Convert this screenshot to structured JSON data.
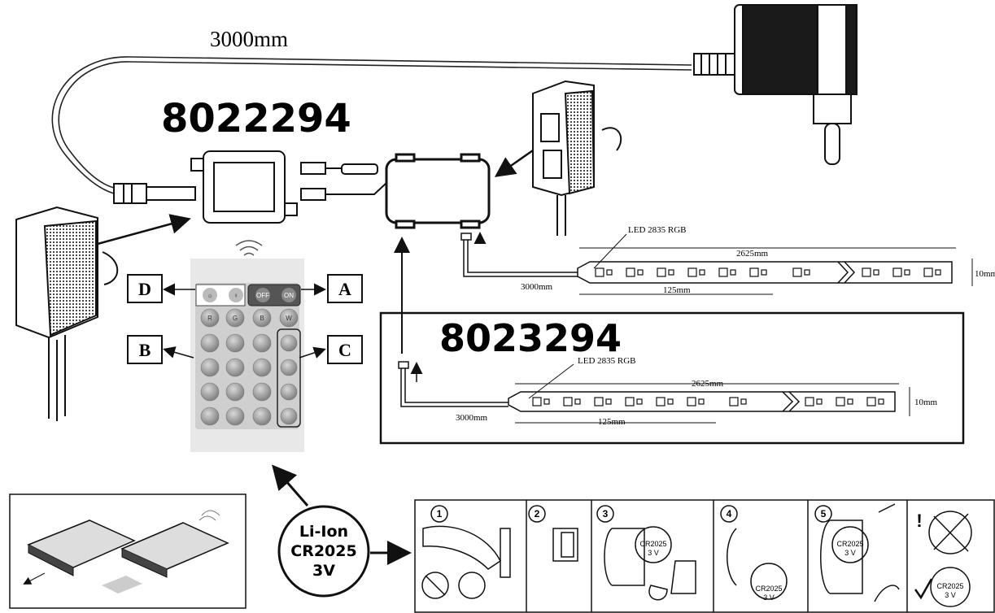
{
  "cable": {
    "length_label": "3000mm"
  },
  "product_main": {
    "code": "8022294"
  },
  "product_alt": {
    "code": "8023294"
  },
  "strip_main": {
    "led_label": "LED 2835 RGB",
    "total_length": "2625mm",
    "segment_length": "125mm",
    "lead_length": "3000mm",
    "width": "10mm"
  },
  "strip_alt": {
    "led_label": "LED 2835 RGB",
    "total_length": "2625mm",
    "segment_length": "125mm",
    "lead_length": "3000mm",
    "width": "10mm"
  },
  "remote": {
    "row1_left": [
      "☼",
      "♀"
    ],
    "row1_right": [
      "OFF",
      "ON"
    ],
    "row2": [
      "R",
      "G",
      "B",
      "W"
    ]
  },
  "callouts": {
    "a": "A",
    "b": "B",
    "c": "C",
    "d": "D"
  },
  "battery": {
    "line1": "Li-Ion",
    "line2": "CR2025",
    "line3": "3V"
  },
  "steps": {
    "labels": [
      "1",
      "2",
      "3",
      "4",
      "5"
    ],
    "cell_label": "CR2025",
    "cell_voltage": "3 V",
    "warning": "!"
  },
  "colors": {
    "ink": "#111111",
    "stipple": "#555555",
    "remote_bg": "#e8e8e8",
    "key": "#9a9a9a"
  }
}
